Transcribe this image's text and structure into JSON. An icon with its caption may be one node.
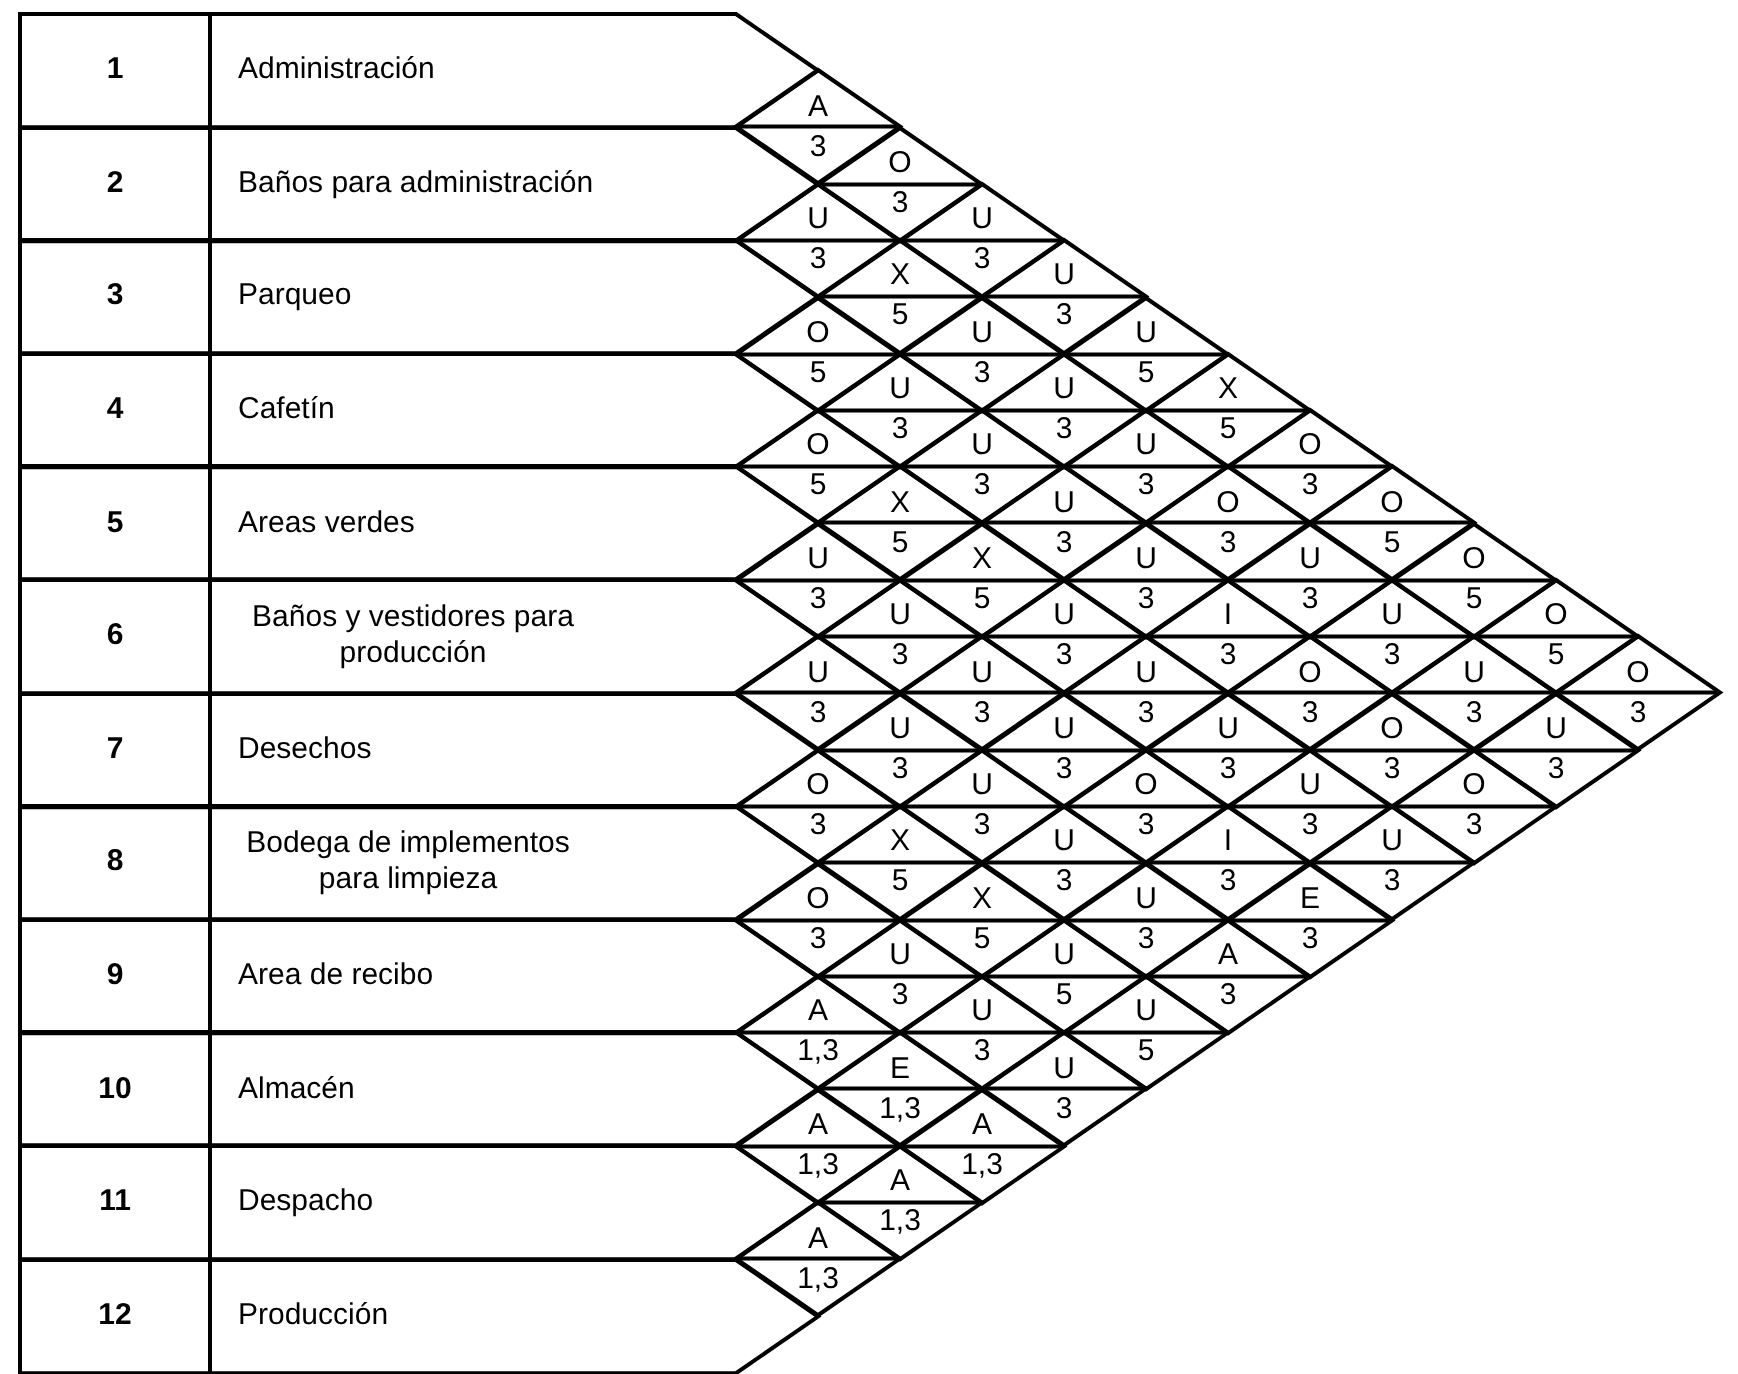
{
  "diagram": {
    "nodes": [
      {
        "text": [
          "1",
          "Administración"
        ]
      },
      {
        "text": [
          "2",
          "Baños para administración"
        ]
      },
      {
        "text": [
          "3",
          "Parqueo"
        ]
      },
      {
        "text": [
          "4",
          "Cafetín"
        ]
      },
      {
        "text": [
          "5",
          "Areas verdes"
        ]
      },
      {
        "text": [
          "6",
          "Baños y vestidores para producción"
        ]
      },
      {
        "text": [
          "7",
          "Desechos"
        ]
      },
      {
        "text": [
          "8",
          "Bodega de implementos para limpieza"
        ]
      },
      {
        "text": [
          "9",
          "Area de recibo"
        ]
      },
      {
        "text": [
          "10",
          "Almacén"
        ]
      },
      {
        "text": [
          "11",
          "Despacho"
        ]
      },
      {
        "text": [
          "12",
          "Producción"
        ]
      },
      {
        "text": [
          "A",
          "3"
        ]
      },
      {
        "text": [
          "O",
          "3"
        ]
      },
      {
        "text": [
          "U",
          "3"
        ]
      },
      {
        "text": [
          "U",
          "3"
        ]
      },
      {
        "text": [
          "U",
          "5"
        ]
      },
      {
        "text": [
          "X",
          "5"
        ]
      },
      {
        "text": [
          "O",
          "3"
        ]
      },
      {
        "text": [
          "O",
          "5"
        ]
      },
      {
        "text": [
          "O",
          "5"
        ]
      },
      {
        "text": [
          "O",
          "5"
        ]
      },
      {
        "text": [
          "O",
          "3"
        ]
      },
      {
        "text": [
          "U",
          "3"
        ]
      },
      {
        "text": [
          "X",
          "5"
        ]
      },
      {
        "text": [
          "U",
          "3"
        ]
      },
      {
        "text": [
          "U",
          "3"
        ]
      },
      {
        "text": [
          "U",
          "3"
        ]
      },
      {
        "text": [
          "O",
          "3"
        ]
      },
      {
        "text": [
          "U",
          "3"
        ]
      },
      {
        "text": [
          "U",
          "3"
        ]
      },
      {
        "text": [
          "U",
          "3"
        ]
      },
      {
        "text": [
          "U",
          "3"
        ]
      },
      {
        "text": [
          "O",
          "5"
        ]
      },
      {
        "text": [
          "U",
          "3"
        ]
      },
      {
        "text": [
          "U",
          "3"
        ]
      },
      {
        "text": [
          "U",
          "3"
        ]
      },
      {
        "text": [
          "U",
          "3"
        ]
      },
      {
        "text": [
          "I",
          "3"
        ]
      },
      {
        "text": [
          "O",
          "3"
        ]
      },
      {
        "text": [
          "O",
          "3"
        ]
      },
      {
        "text": [
          "O",
          "3"
        ]
      },
      {
        "text": [
          "O",
          "5"
        ]
      },
      {
        "text": [
          "X",
          "5"
        ]
      },
      {
        "text": [
          "X",
          "5"
        ]
      },
      {
        "text": [
          "U",
          "3"
        ]
      },
      {
        "text": [
          "U",
          "3"
        ]
      },
      {
        "text": [
          "U",
          "3"
        ]
      },
      {
        "text": [
          "U",
          "3"
        ]
      },
      {
        "text": [
          "U",
          "3"
        ]
      },
      {
        "text": [
          "U",
          "3"
        ]
      },
      {
        "text": [
          "U",
          "3"
        ]
      },
      {
        "text": [
          "U",
          "3"
        ]
      },
      {
        "text": [
          "U",
          "3"
        ]
      },
      {
        "text": [
          "O",
          "3"
        ]
      },
      {
        "text": [
          "I",
          "3"
        ]
      },
      {
        "text": [
          "E",
          "3"
        ]
      },
      {
        "text": [
          "U",
          "3"
        ]
      },
      {
        "text": [
          "U",
          "3"
        ]
      },
      {
        "text": [
          "U",
          "3"
        ]
      },
      {
        "text": [
          "U",
          "3"
        ]
      },
      {
        "text": [
          "U",
          "3"
        ]
      },
      {
        "text": [
          "A",
          "3"
        ]
      },
      {
        "text": [
          "O",
          "3"
        ]
      },
      {
        "text": [
          "X",
          "5"
        ]
      },
      {
        "text": [
          "X",
          "5"
        ]
      },
      {
        "text": [
          "U",
          "5"
        ]
      },
      {
        "text": [
          "U",
          "5"
        ]
      },
      {
        "text": [
          "O",
          "3"
        ]
      },
      {
        "text": [
          "U",
          "3"
        ]
      },
      {
        "text": [
          "U",
          "3"
        ]
      },
      {
        "text": [
          "U",
          "3"
        ]
      },
      {
        "text": [
          "A",
          "1,3"
        ]
      },
      {
        "text": [
          "E",
          "1,3"
        ]
      },
      {
        "text": [
          "A",
          "1,3"
        ]
      },
      {
        "text": [
          "A",
          "1,3"
        ]
      },
      {
        "text": [
          "A",
          "1,3"
        ]
      },
      {
        "text": [
          "A",
          "1,3"
        ]
      }
    ]
  }
}
